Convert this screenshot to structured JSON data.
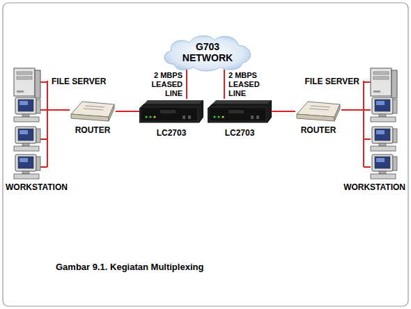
{
  "diagram": {
    "caption": "Gambar 9.1. Kegiatan Multiplexing",
    "nodes": [
      {
        "text": [
          "G703 NETWORK"
        ]
      },
      {
        "text": [
          "LC2703"
        ]
      },
      {
        "text": [
          "LC2703"
        ]
      },
      {
        "text": [
          "ROUTER"
        ]
      },
      {
        "text": [
          "ROUTER"
        ]
      }
    ],
    "edges": [
      {
        "from": 0,
        "to": 1,
        "arrow": "none",
        "label": "2 MBPS LEASED LINE"
      },
      {
        "from": 0,
        "to": 2,
        "arrow": "none",
        "label": "2 MBPS LEASED LINE"
      },
      {
        "from": 3,
        "to": 1,
        "arrow": "none"
      },
      {
        "from": 2,
        "to": 4,
        "arrow": "none"
      }
    ],
    "labels": [
      "FILE SERVER",
      "WORKSTATION",
      "FILE SERVER",
      "WORKSTATION"
    ]
  }
}
